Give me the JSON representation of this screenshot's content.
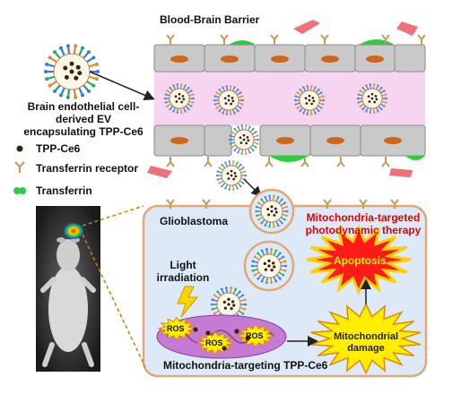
{
  "title": "Blood-Brain Barrier",
  "ev_label": [
    "Brain endothelial cell-",
    "derived EV",
    "encapsulating TPP-Ce6"
  ],
  "legend": [
    {
      "label": "TPP-Ce6",
      "icon": "dot-icon",
      "color": "#3a2410"
    },
    {
      "label": "Transferrin receptor",
      "icon": "y-receptor-icon",
      "color": "#c89a5a"
    },
    {
      "label": "Transferrin",
      "icon": "transferrin-icon",
      "color": "#2ecc40"
    }
  ],
  "glioblastoma_label": "Glioblastoma",
  "therapy_label": [
    "Mitochondria-targeted",
    "photodynamic therapy"
  ],
  "light_label": [
    "Light",
    "irradiation"
  ],
  "apoptosis_label": "Apoptosis",
  "damage_label": [
    "Mitochondrial",
    "damage"
  ],
  "ros_labels": [
    "ROS",
    "ROS",
    "ROS"
  ],
  "mito_label": "Mitochondria-targeting TPP-Ce6",
  "colors": {
    "cell_gray": "#c9c9c9",
    "lumen_pink": "#f7d4ef",
    "tumor_bg": "#dde9f6",
    "tumor_border": "#e2a776",
    "red_text": "#e00000",
    "mito_purple": "#c57ad6",
    "burst_yellow": "#ffee00",
    "burst_red": "#ff1a1a"
  }
}
